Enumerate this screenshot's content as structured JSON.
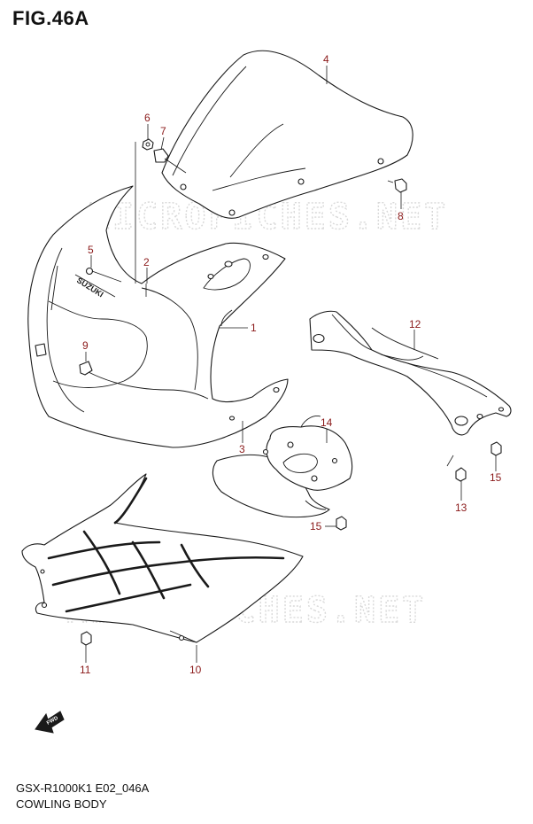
{
  "figure": {
    "title": "FIG.46A",
    "model_code": "GSX-R1000K1 E02_046A",
    "name": "COWLING BODY",
    "watermark": "MICROFICHES.NET",
    "direction_label": "FWD",
    "brand_text": "SUZUKI"
  },
  "callouts": {
    "c1": "1",
    "c2": "2",
    "c3": "3",
    "c4": "4",
    "c5": "5",
    "c6": "6",
    "c7": "7",
    "c8": "8",
    "c9": "9",
    "c10": "10",
    "c11": "11",
    "c12": "12",
    "c13": "13",
    "c14": "14",
    "c15a": "15",
    "c15b": "15"
  },
  "colors": {
    "callout": "#8b1a1a",
    "line": "#1a1a1a",
    "watermark": "#d9d9d9"
  }
}
